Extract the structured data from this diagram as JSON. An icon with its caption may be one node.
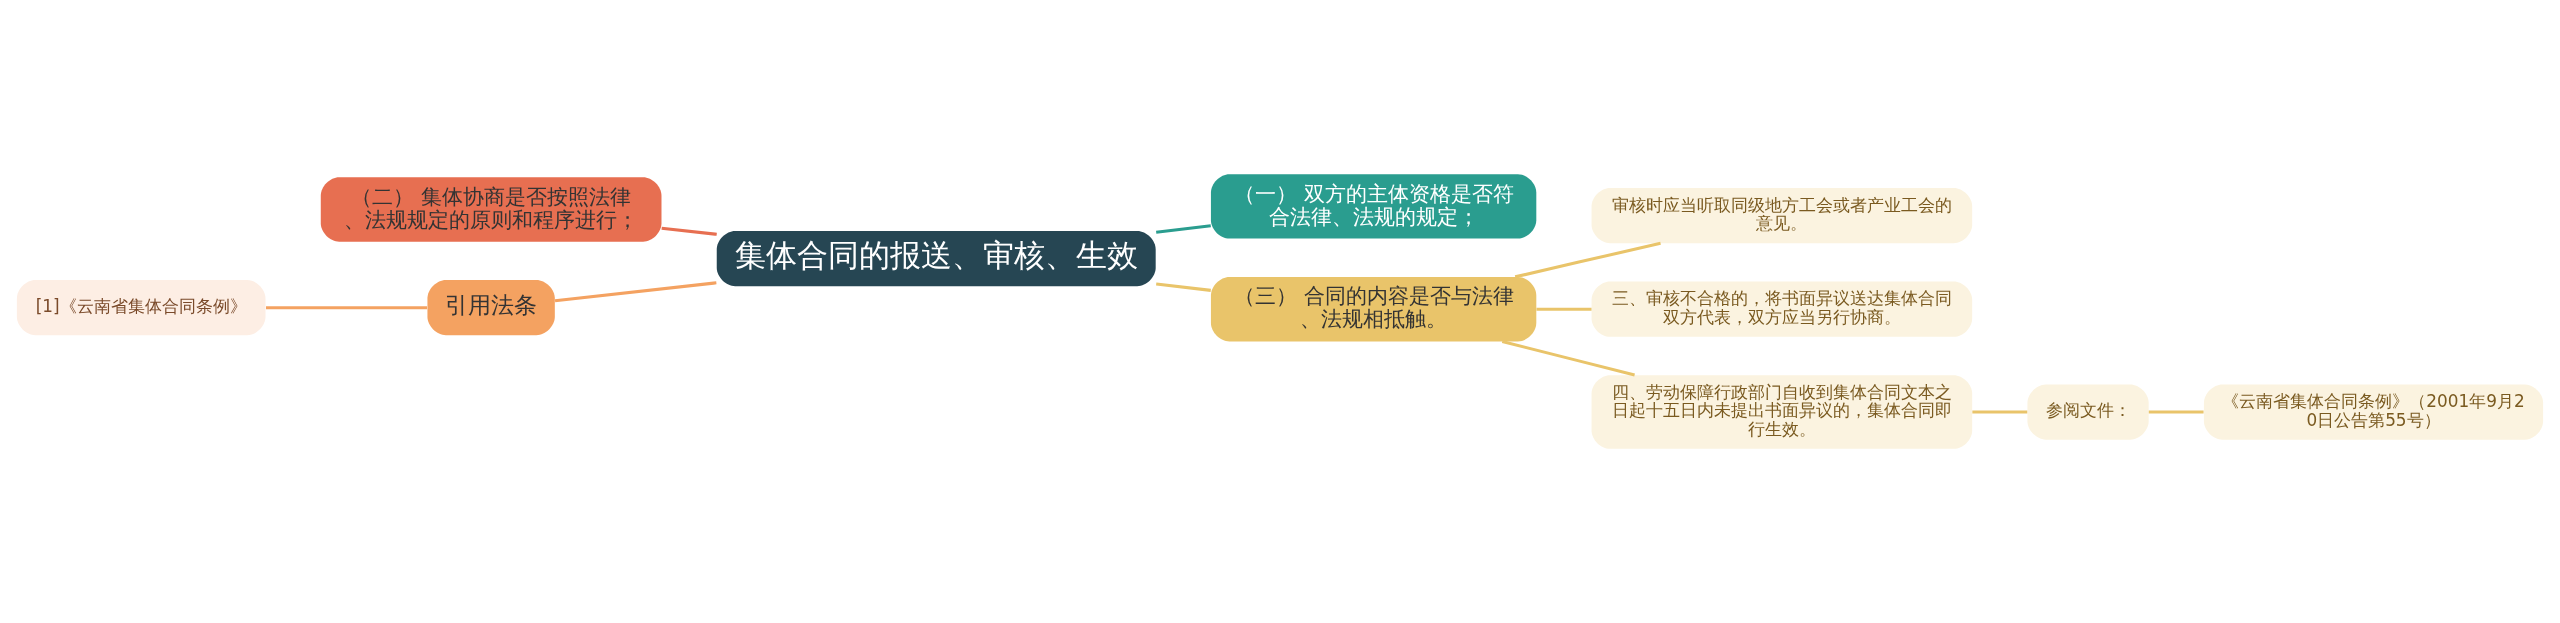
{
  "diagram": {
    "nodes": [
      {
        "text": [
          "集体合同的报送、审核、生效"
        ]
      },
      {
        "text": [
          "（一） 双方的主体资格是否符合法律、法规的规定；"
        ]
      },
      {
        "text": [
          "（三） 合同的内容是否与法律、法规相抵触。"
        ]
      },
      {
        "text": [
          "审核时应当听取同级地方工会或者产业工会的意见。"
        ]
      },
      {
        "text": [
          "三、审核不合格的，将书面异议送达集体合同双方代表，双方应当另行协商。"
        ]
      },
      {
        "text": [
          "四、劳动保障行政部门自收到集体合同文本之日起十五日内未提出书面异议的，集体合同即行生效。"
        ]
      },
      {
        "text": [
          "参阅文件："
        ]
      },
      {
        "text": [
          "《云南省集体合同条例》（2001年9月20日公告第55号）"
        ]
      },
      {
        "text": [
          "（二） 集体协商是否按照法律、法规规定的原则和程序进行；"
        ]
      },
      {
        "text": [
          "引用法条"
        ]
      },
      {
        "text": [
          "[1]《云南省集体合同条例》"
        ]
      }
    ],
    "edges": [
      {
        "from": 0,
        "to": 1,
        "arrow": "none",
        "color": "#2a9d8f"
      },
      {
        "from": 0,
        "to": 2,
        "arrow": "none",
        "color": "#e9c46a"
      },
      {
        "from": 2,
        "to": 3,
        "arrow": "none",
        "color": "#e9c46a"
      },
      {
        "from": 2,
        "to": 4,
        "arrow": "none",
        "color": "#e9c46a"
      },
      {
        "from": 2,
        "to": 5,
        "arrow": "none",
        "color": "#e9c46a"
      },
      {
        "from": 5,
        "to": 6,
        "arrow": "none",
        "color": "#e9c46a"
      },
      {
        "from": 6,
        "to": 7,
        "arrow": "none",
        "color": "#e9c46a"
      },
      {
        "from": 0,
        "to": 8,
        "arrow": "none",
        "color": "#e76f51"
      },
      {
        "from": 0,
        "to": 9,
        "arrow": "none",
        "color": "#f4a261"
      },
      {
        "from": 9,
        "to": 10,
        "arrow": "none",
        "color": "#f4a261"
      }
    ]
  }
}
